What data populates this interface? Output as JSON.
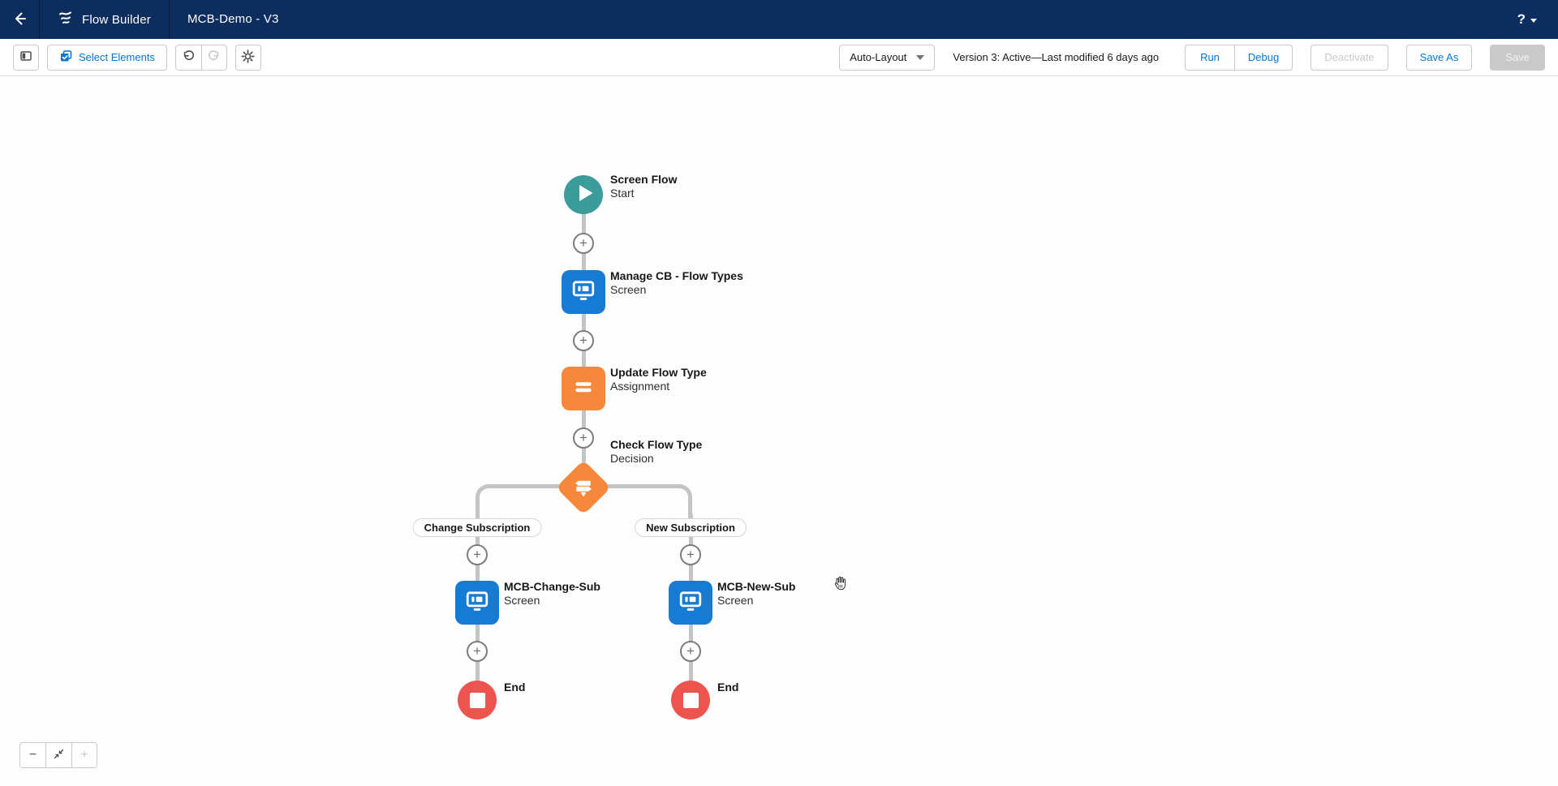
{
  "navbar": {
    "app_name": "Flow Builder",
    "flow_title": "MCB-Demo - V3",
    "help_label": "?"
  },
  "toolbar": {
    "select_elements_label": "Select Elements",
    "auto_layout_label": "Auto-Layout",
    "version_text": "Version 3: Active—Last modified 6 days ago",
    "run_label": "Run",
    "debug_label": "Debug",
    "deactivate_label": "Deactivate",
    "save_as_label": "Save As",
    "save_label": "Save"
  },
  "canvas": {
    "nodes": [
      {
        "id": "start",
        "title": "Screen Flow",
        "subtitle": "Start",
        "type": "start"
      },
      {
        "id": "screen1",
        "title": "Manage CB - Flow Types",
        "subtitle": "Screen",
        "type": "screen"
      },
      {
        "id": "assignment1",
        "title": "Update Flow Type",
        "subtitle": "Assignment",
        "type": "assignment"
      },
      {
        "id": "decision1",
        "title": "Check Flow Type",
        "subtitle": "Decision",
        "type": "decision"
      },
      {
        "id": "screen2",
        "title": "MCB-Change-Sub",
        "subtitle": "Screen",
        "type": "screen"
      },
      {
        "id": "screen3",
        "title": "MCB-New-Sub",
        "subtitle": "Screen",
        "type": "screen"
      },
      {
        "id": "end1",
        "title": "End",
        "subtitle": "",
        "type": "end"
      },
      {
        "id": "end2",
        "title": "End",
        "subtitle": "",
        "type": "end"
      }
    ],
    "branch_labels": [
      "Change Subscription",
      "New Subscription"
    ]
  },
  "zoom_controls": {
    "zoom_out": "−",
    "zoom_in": "+"
  },
  "colors": {
    "navbar": "#0d2d5e",
    "accent": "#0176d3",
    "start": "#3b9c99",
    "screen": "#157bd3",
    "decision": "#f6883c",
    "end": "#ee544e",
    "connector": "#c6c4c2"
  }
}
